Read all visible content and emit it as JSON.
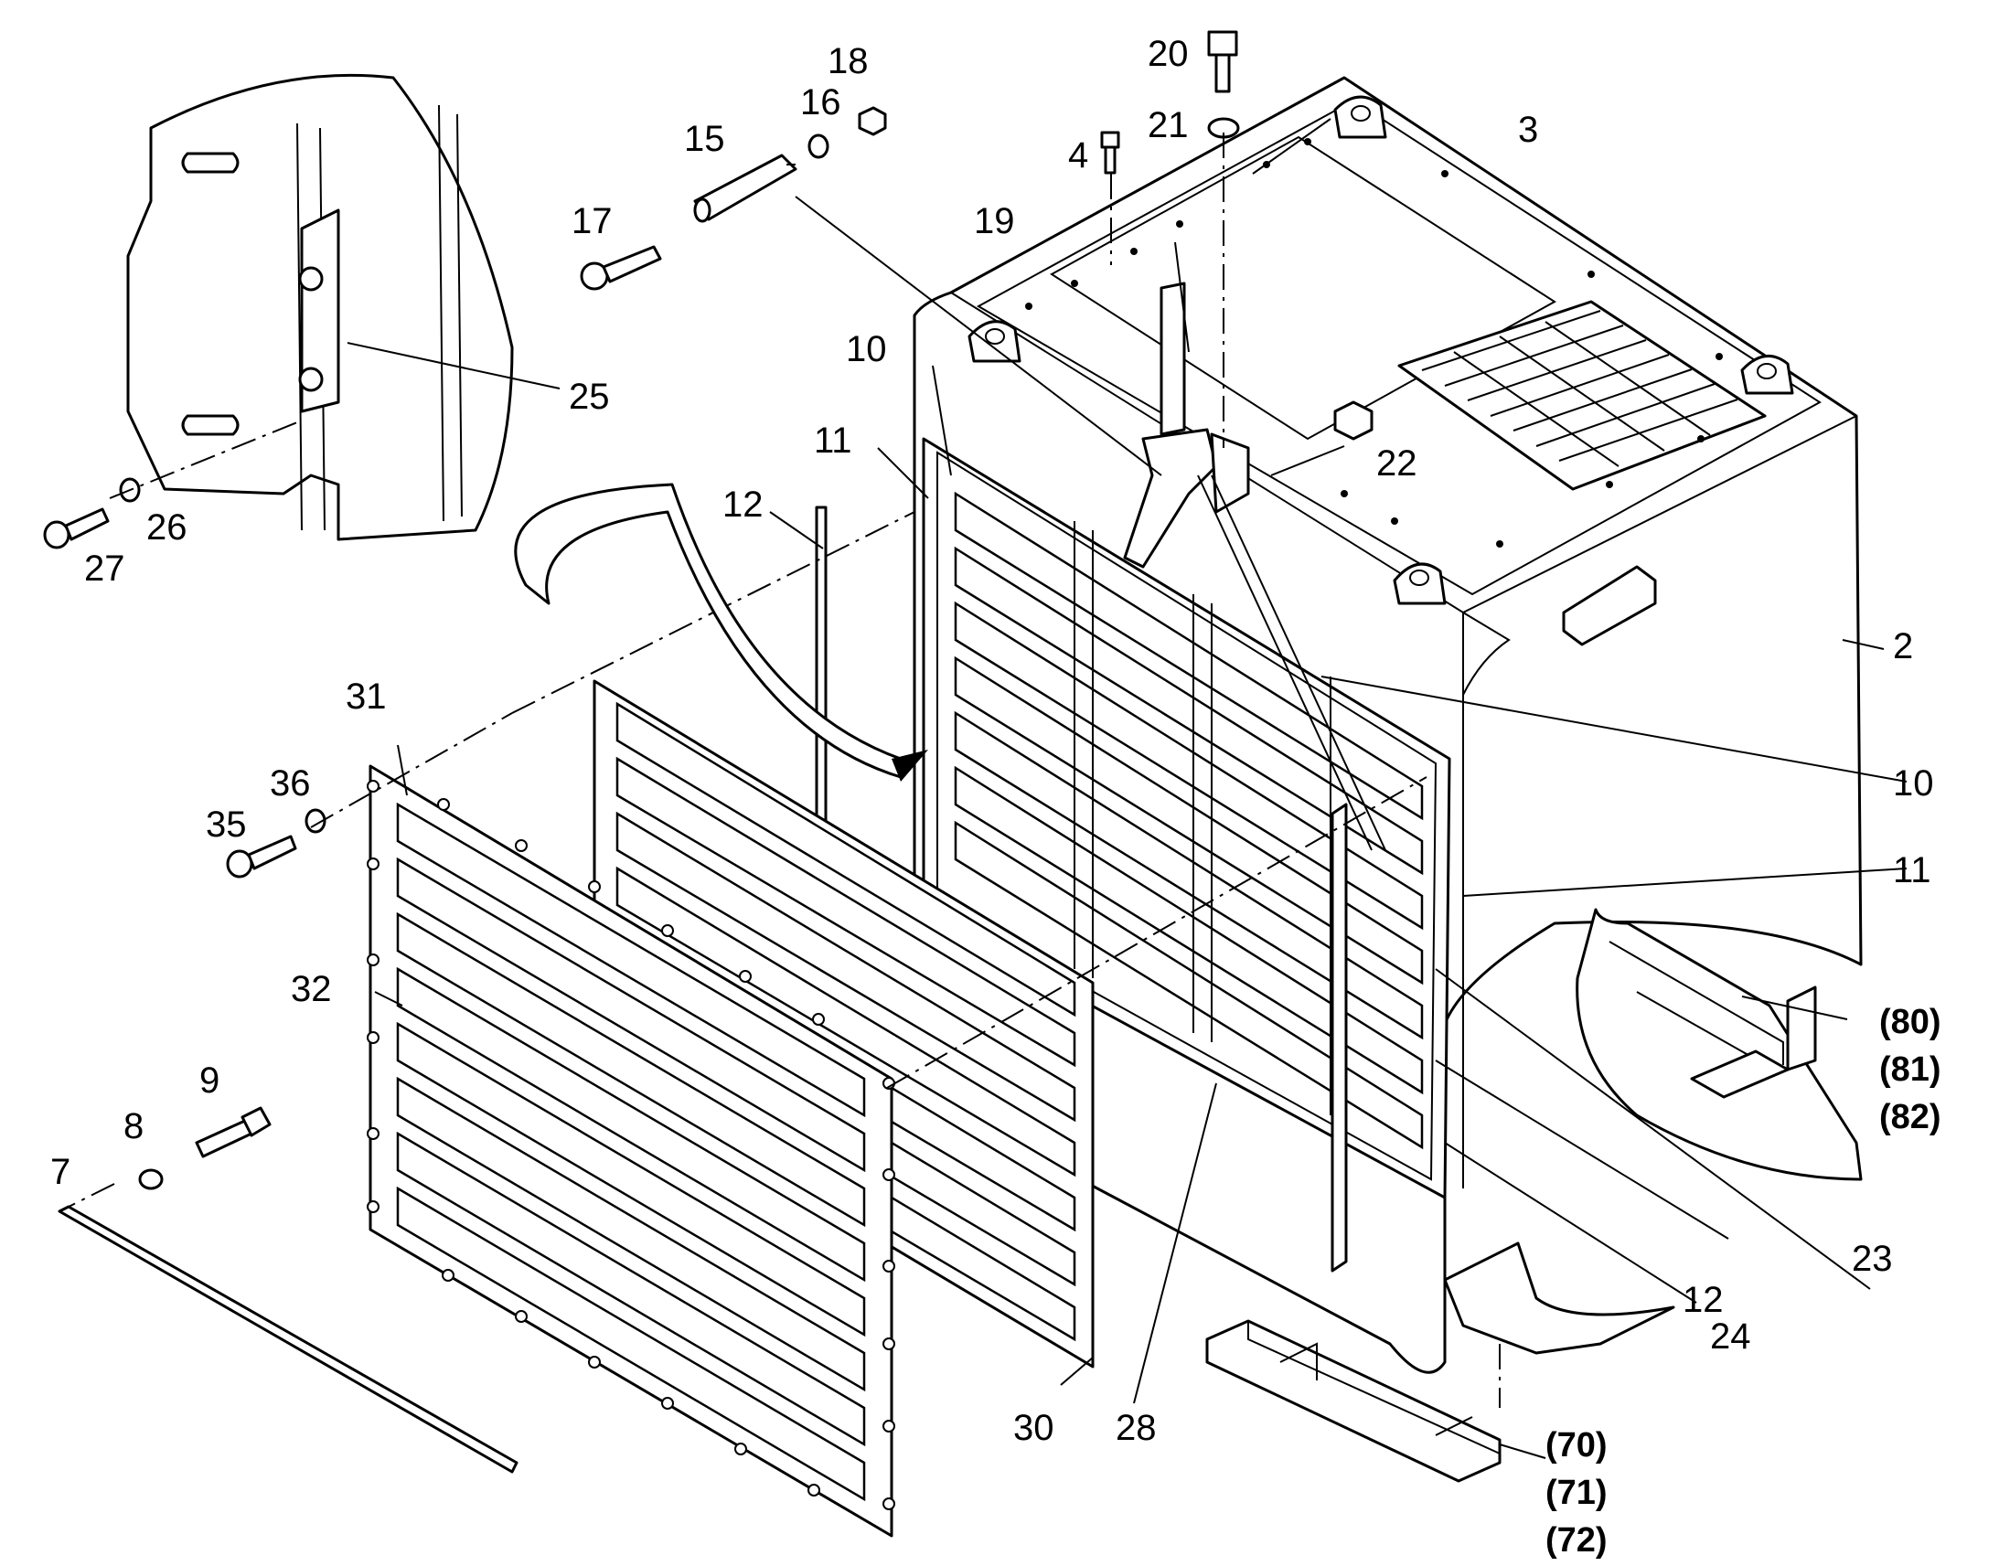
{
  "callouts": {
    "c2": "2",
    "c3": "3",
    "c4": "4",
    "c7": "7",
    "c8": "8",
    "c9": "9",
    "c10a": "10",
    "c10b": "10",
    "c11a": "11",
    "c11b": "11",
    "c12a": "12",
    "c12b": "12",
    "c15": "15",
    "c16": "16",
    "c17": "17",
    "c18": "18",
    "c19": "19",
    "c20": "20",
    "c21": "21",
    "c22": "22",
    "c23": "23",
    "c24": "24",
    "c25": "25",
    "c26": "26",
    "c27": "27",
    "c28": "28",
    "c30": "30",
    "c31": "31",
    "c32": "32",
    "c35": "35",
    "c36": "36"
  },
  "callouts_bold": {
    "c80": "(80)",
    "c81": "(81)",
    "c82": "(82)",
    "c70": "(70)",
    "c71": "(71)",
    "c72": "(72)"
  }
}
